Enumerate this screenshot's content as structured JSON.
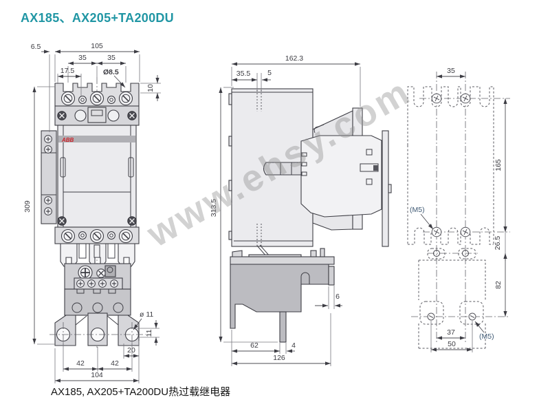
{
  "page": {
    "title": "AX185、AX205+TA200DU",
    "caption": "AX185, AX205+TA200DU热过载继电器",
    "watermark": "www.ehsy.com"
  },
  "colors": {
    "accent_teal": "#2096a4",
    "drawing_line": "#3d3d44",
    "body_fill": "#ebebee",
    "block_fill": "#dedee1",
    "relay_fill": "#bcbcc1",
    "brand_red": "#cc2229",
    "watermark_gray": "#909090"
  },
  "front_view": {
    "brand": "ABB",
    "dims": {
      "side_offset": "6.5",
      "overall_width": "105",
      "pole_pitch_a": "35",
      "pole_pitch_b": "35",
      "aux_offset": "17.5",
      "terminal_hole_dia": "Ø8.5",
      "terminal_depth": "10",
      "overall_height": "309",
      "mount_hole_dia": "ø 11",
      "mount_hole_height": "11",
      "mount_slot_length": "20",
      "mount_pitch_a": "42",
      "mount_pitch_b": "42",
      "mount_width": "104"
    }
  },
  "side_view": {
    "dims": {
      "overall_depth": "162.3",
      "mount_offset": "35.5",
      "slot_width": "5",
      "overall_height": "313.5",
      "clip_gap": "6",
      "relay_depth": "62",
      "pin_width": "4",
      "total_depth": "126"
    }
  },
  "drill_plan": {
    "screw_top": "(M5)",
    "screw_bottom": "(M5)",
    "dims": {
      "hole_pitch_top": "35",
      "row_gap_main": "165",
      "row_gap_mid": "26.5",
      "row_gap_bottom": "82",
      "hole_pitch_inner": "37",
      "hole_pitch_outer": "50"
    }
  }
}
